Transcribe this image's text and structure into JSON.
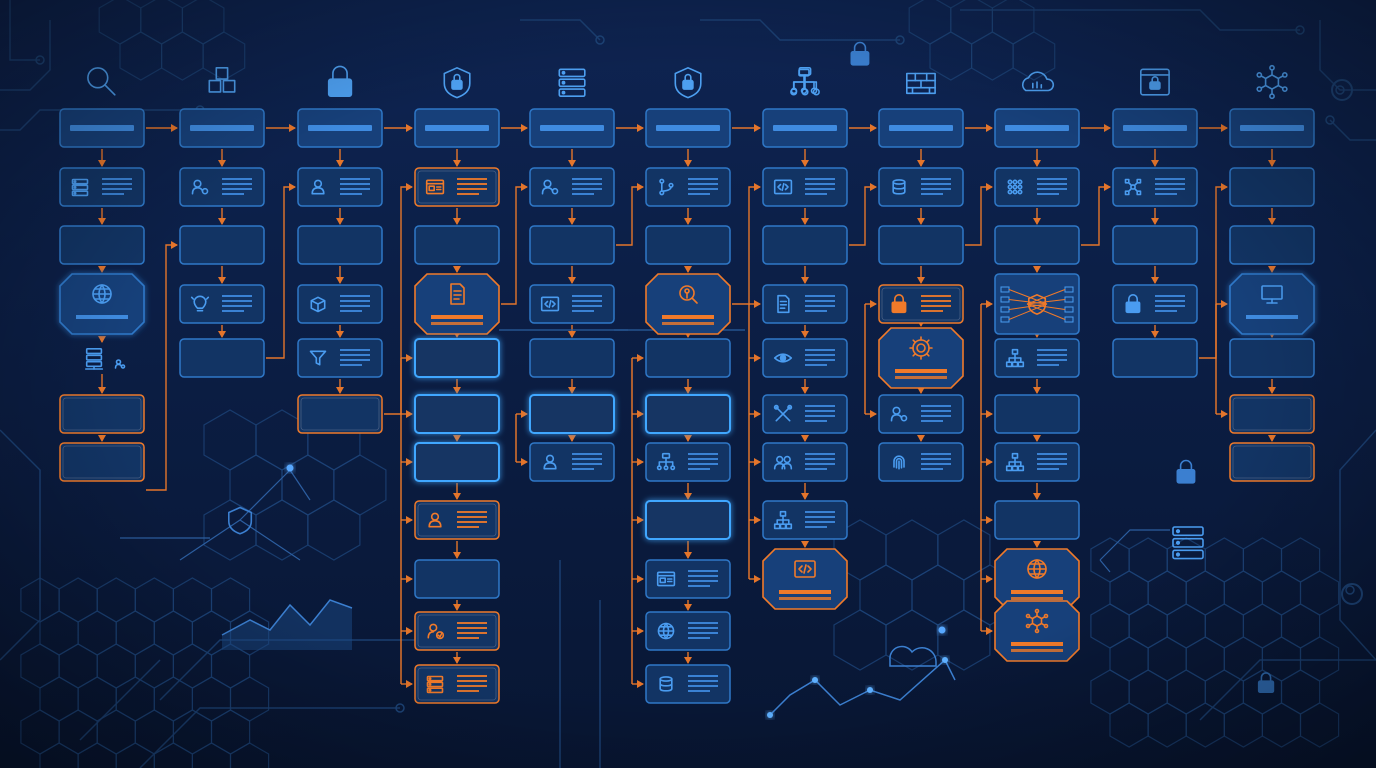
{
  "theme": {
    "bg_top": "#0e2452",
    "bg_bottom": "#081633",
    "node_fill": "#17407a",
    "node_fill_dark": "#123464",
    "node_border": "#2f78c8",
    "node_glow": "#3fa7ff",
    "accent_orange": "#f07a2a",
    "bar_blue": "#3f8be0",
    "line_blue": "#2a5f9e",
    "icon_blue": "#4a9cf0",
    "circuit": "#1d4478"
  },
  "columns": [
    {
      "top_icon": "search-icon",
      "nodes": [
        {
          "kind": "header"
        },
        {
          "kind": "list",
          "icon": "server-icon"
        },
        {
          "kind": "plain"
        },
        {
          "kind": "hex",
          "icon": "globe-icon"
        },
        {
          "kind": "loose-icon",
          "icon": "server-stack-icon"
        },
        {
          "kind": "plain",
          "orange": true
        },
        {
          "kind": "plain",
          "orange": true
        }
      ]
    },
    {
      "top_icon": "cubes-icon",
      "nodes": [
        {
          "kind": "header"
        },
        {
          "kind": "list",
          "icon": "user-gear-icon"
        },
        {
          "kind": "plain"
        },
        {
          "kind": "list",
          "icon": "lightbulb-icon"
        },
        {
          "kind": "plain"
        }
      ]
    },
    {
      "top_icon": "lock-icon",
      "nodes": [
        {
          "kind": "header"
        },
        {
          "kind": "list",
          "icon": "user-icon"
        },
        {
          "kind": "plain"
        },
        {
          "kind": "list",
          "icon": "cube-icon"
        },
        {
          "kind": "list",
          "icon": "filter-icon"
        },
        {
          "kind": "plain",
          "orange": true
        }
      ]
    },
    {
      "top_icon": "shield-lock-icon",
      "nodes": [
        {
          "kind": "header"
        },
        {
          "kind": "list",
          "icon": "browser-icon",
          "orange": true
        },
        {
          "kind": "plain"
        },
        {
          "kind": "hex",
          "icon": "document-icon",
          "orange": true
        },
        {
          "kind": "plain",
          "glow": true
        },
        {
          "kind": "plain",
          "glow": true
        },
        {
          "kind": "plain",
          "glow": true
        },
        {
          "kind": "list",
          "icon": "user-icon",
          "orange": true
        },
        {
          "kind": "plain"
        },
        {
          "kind": "list",
          "icon": "user-check-icon",
          "orange": true
        },
        {
          "kind": "list",
          "icon": "server-icon",
          "orange": true
        }
      ]
    },
    {
      "top_icon": "server-icon",
      "nodes": [
        {
          "kind": "header"
        },
        {
          "kind": "list",
          "icon": "user-gear-icon"
        },
        {
          "kind": "plain"
        },
        {
          "kind": "list",
          "icon": "code-icon"
        },
        {
          "kind": "plain"
        },
        {
          "kind": "plain",
          "glow": true
        },
        {
          "kind": "list",
          "icon": "user-icon"
        }
      ]
    },
    {
      "top_icon": "shield-lock-icon",
      "nodes": [
        {
          "kind": "header"
        },
        {
          "kind": "list",
          "icon": "branch-icon"
        },
        {
          "kind": "plain"
        },
        {
          "kind": "hex",
          "icon": "key-search-icon",
          "orange": true
        },
        {
          "kind": "plain"
        },
        {
          "kind": "plain",
          "glow": true
        },
        {
          "kind": "list",
          "icon": "network-icon"
        },
        {
          "kind": "plain",
          "glow": true
        },
        {
          "kind": "list",
          "icon": "browser-icon"
        },
        {
          "kind": "list",
          "icon": "globe-icon"
        },
        {
          "kind": "list",
          "icon": "database-icon"
        }
      ]
    },
    {
      "top_icon": "network-icon",
      "nodes": [
        {
          "kind": "header"
        },
        {
          "kind": "list",
          "icon": "code-icon"
        },
        {
          "kind": "plain"
        },
        {
          "kind": "list",
          "icon": "document-icon"
        },
        {
          "kind": "list",
          "icon": "eye-icon"
        },
        {
          "kind": "list",
          "icon": "tools-icon"
        },
        {
          "kind": "list",
          "icon": "users-icon"
        },
        {
          "kind": "list",
          "icon": "hierarchy-icon"
        },
        {
          "kind": "hex",
          "icon": "code-icon",
          "orange": true
        }
      ]
    },
    {
      "top_icon": "firewall-icon",
      "nodes": [
        {
          "kind": "header"
        },
        {
          "kind": "list",
          "icon": "database-icon"
        },
        {
          "kind": "plain"
        },
        {
          "kind": "list",
          "icon": "lock-icon",
          "orange": true
        },
        {
          "kind": "hex",
          "icon": "gear-icon",
          "orange": true
        },
        {
          "kind": "list",
          "icon": "user-gear-icon"
        },
        {
          "kind": "list",
          "icon": "fingerprint-icon"
        }
      ]
    },
    {
      "top_icon": "cloud-icon",
      "nodes": [
        {
          "kind": "header"
        },
        {
          "kind": "list",
          "icon": "grid-icon"
        },
        {
          "kind": "plain"
        },
        {
          "kind": "big",
          "icon": "shield-icon"
        },
        {
          "kind": "list",
          "icon": "hierarchy-icon"
        },
        {
          "kind": "plain"
        },
        {
          "kind": "list",
          "icon": "hierarchy-icon"
        },
        {
          "kind": "plain"
        },
        {
          "kind": "hex",
          "icon": "globe-icon",
          "orange": true
        },
        {
          "kind": "hex",
          "icon": "hub-icon",
          "orange": true
        }
      ]
    },
    {
      "top_icon": "browser-lock-icon",
      "nodes": [
        {
          "kind": "header"
        },
        {
          "kind": "list",
          "icon": "nodes-icon"
        },
        {
          "kind": "plain"
        },
        {
          "kind": "list",
          "icon": "lock-icon"
        },
        {
          "kind": "plain"
        }
      ]
    },
    {
      "top_icon": "hub-icon",
      "nodes": [
        {
          "kind": "header"
        },
        {
          "kind": "plain"
        },
        {
          "kind": "plain"
        },
        {
          "kind": "hex",
          "icon": "monitor-icon"
        },
        {
          "kind": "plain"
        },
        {
          "kind": "plain",
          "orange": true
        },
        {
          "kind": "plain",
          "orange": true
        }
      ]
    }
  ]
}
